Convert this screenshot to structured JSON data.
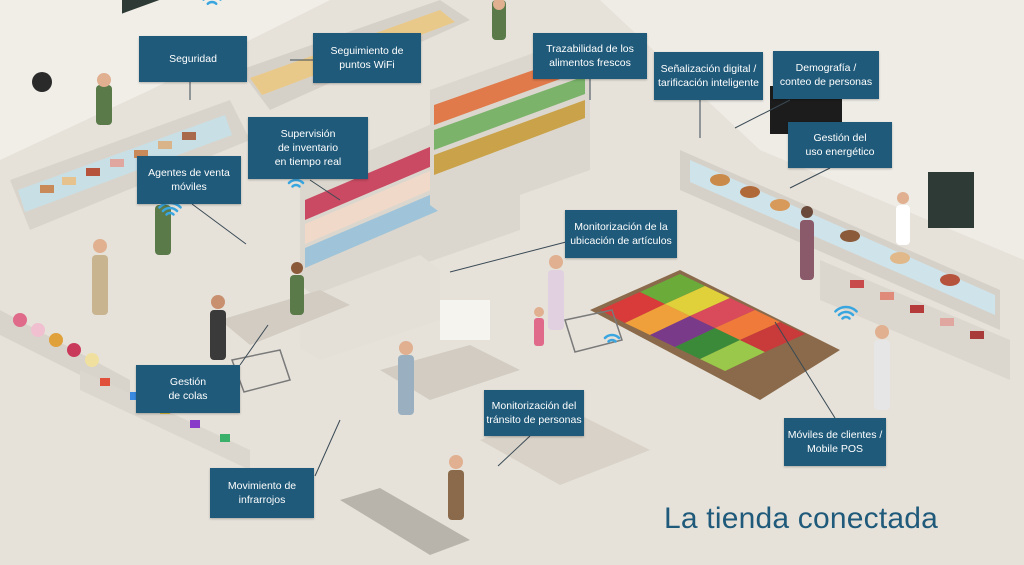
{
  "title": "La tienda conectada",
  "labels": [
    {
      "id": "seguridad",
      "lines": [
        "Seguridad"
      ]
    },
    {
      "id": "wifi",
      "lines": [
        "Seguimiento de",
        "puntos WiFi"
      ]
    },
    {
      "id": "trazabilidad",
      "lines": [
        "Trazabilidad de los",
        "alimentos frescos"
      ]
    },
    {
      "id": "senalizacion",
      "lines": [
        "Señalización digital /",
        "tarificación inteligente"
      ]
    },
    {
      "id": "demografia",
      "lines": [
        "Demografía /",
        "conteo de personas"
      ]
    },
    {
      "id": "energia",
      "lines": [
        "Gestión del",
        "uso energético"
      ]
    },
    {
      "id": "inventario",
      "lines": [
        "Supervisión",
        "de inventario",
        "en tiempo real"
      ]
    },
    {
      "id": "agentes",
      "lines": [
        "Agentes de venta",
        "móviles"
      ]
    },
    {
      "id": "ubicacion",
      "lines": [
        "Monitorización de la",
        "ubicación de artículos"
      ]
    },
    {
      "id": "colas",
      "lines": [
        "Gestión",
        "de colas"
      ]
    },
    {
      "id": "transito",
      "lines": [
        "Monitorización del",
        "tránsito de personas"
      ]
    },
    {
      "id": "moviles",
      "lines": [
        "Móviles de clientes /",
        "Mobile POS"
      ]
    },
    {
      "id": "infrarrojos",
      "lines": [
        "Movimiento de",
        "infrarrojos"
      ]
    }
  ],
  "colors": {
    "label_bg": "#1f5a7a",
    "label_text": "#ffffff",
    "title": "#1f5a7a",
    "floor": "#e8e4dc",
    "wifi": "#3aa6e0"
  }
}
